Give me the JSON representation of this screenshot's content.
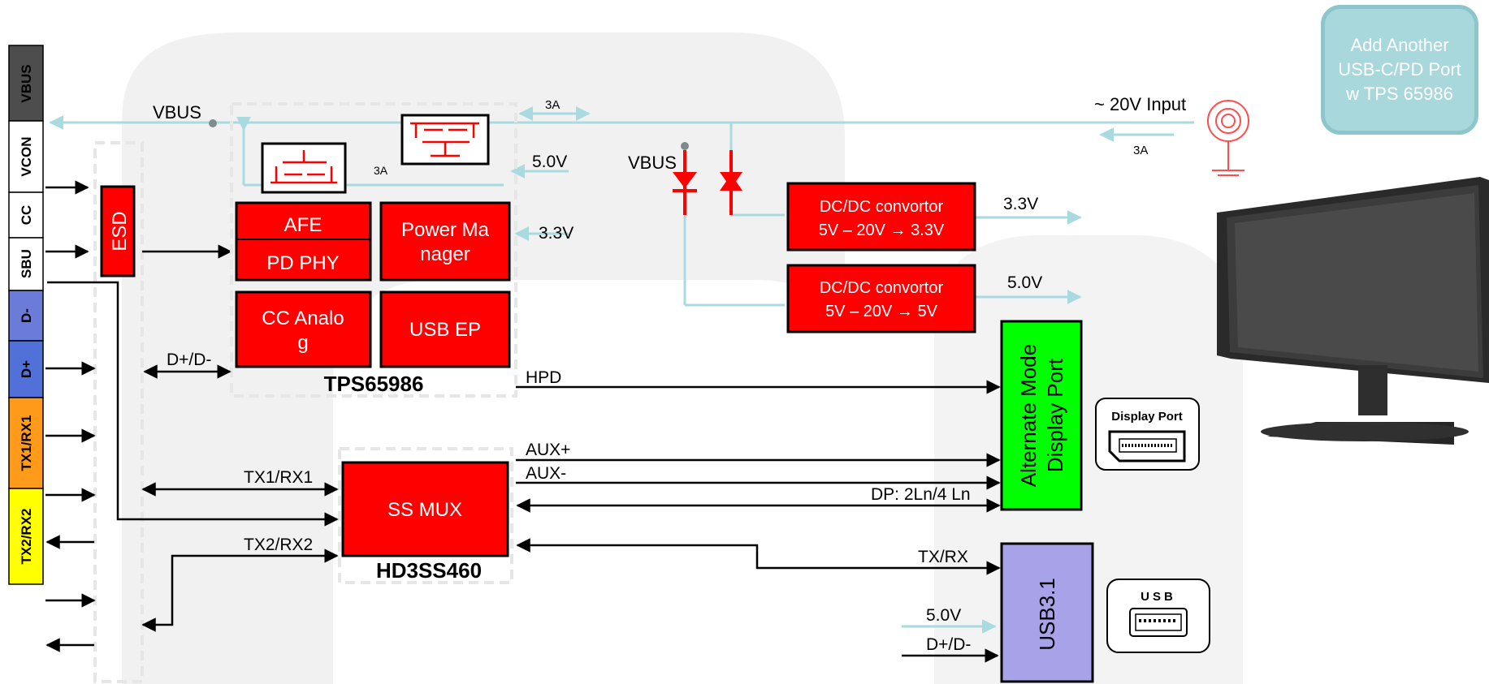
{
  "connector": {
    "pins": [
      "VBUS",
      "VCON",
      "CC",
      "SBU",
      "D-",
      "D+",
      "TX1/RX1",
      "TX2/RX2"
    ],
    "colors": {
      "vbus": "#4d4d4d",
      "vcon": "#ffffff",
      "cc": "#ffffff",
      "sbu": "#ffffff",
      "dminus": "#6a7bd8",
      "dplus": "#5170d8",
      "tx1": "#ff9a1a",
      "tx2": "#ffff00"
    }
  },
  "esd": {
    "label": "ESD"
  },
  "tps": {
    "name": "TPS65986",
    "afe": "AFE",
    "pd_phy": "PD PHY",
    "power_manager": [
      "Power Ma",
      "nager"
    ],
    "cc_analog": [
      "CC Analo",
      "g"
    ],
    "usb_ep": "USB EP"
  },
  "mux": {
    "name": "HD3SS460",
    "label": "SS MUX"
  },
  "dcdc": {
    "a_line1": "DC/DC convortor",
    "a_line2": "5V – 20V → 3.3V",
    "b_line1": "DC/DC convortor",
    "b_line2": "5V – 20V → 5V"
  },
  "alt_mode": {
    "line1": "Alternate Mode",
    "line2": "Display Port"
  },
  "usb31": {
    "label": "USB3.1"
  },
  "signals": {
    "vbus_left": "VBUS",
    "vbus_diode": "VBUS",
    "i3a_top": "3A",
    "i3a_fet": "3A",
    "i3a_right": "3A",
    "v5_tps": "5.0V",
    "v33_tps": "3.3V",
    "v33_out": "3.3V",
    "v5_out": "5.0V",
    "input": "~ 20V Input",
    "dpdm_left": "D+/D-",
    "hpd": "HPD",
    "aux_plus": "AUX+",
    "aux_minus": "AUX-",
    "dp_lanes": "DP: 2Ln/4 Ln",
    "tx1rx1": "TX1/RX1",
    "tx2rx2": "TX2/RX2",
    "txrx": "TX/RX",
    "v5_usb": "5.0V",
    "dpdm_usb": "D+/D-"
  },
  "dp_logo": {
    "label": "Display Port"
  },
  "usb_logo": {
    "label": "USB"
  },
  "add_port": {
    "text": "Add Another USB-C/PD Port w TPS 65986"
  },
  "colors": {
    "red": "#ff0000",
    "green": "#00ff00",
    "purple": "#a8a3e8",
    "power_line": "#a9dae0",
    "teal_box": "#a8d8dc"
  }
}
